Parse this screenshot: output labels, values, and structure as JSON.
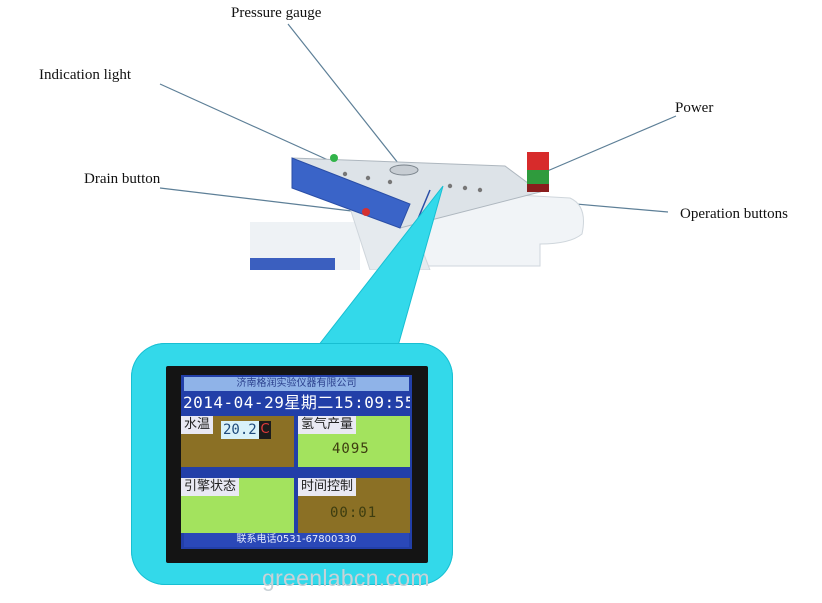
{
  "callouts": {
    "pressure_gauge": "Pressure gauge",
    "indication_light": "Indication light",
    "power": "Power",
    "drain_button": "Drain button",
    "operation_buttons": "Operation buttons"
  },
  "screen": {
    "title": "济南格润实验仪器有限公司",
    "datetime": "2014-04-29星期二15:09:55",
    "panels": {
      "water_temp": {
        "label": "水温",
        "value": "20.2",
        "unit": "C"
      },
      "hydrogen_output": {
        "label": "氢气产量",
        "value": "4095"
      },
      "engine_status": {
        "label": "引擎状态"
      },
      "time_control": {
        "label": "时间控制",
        "value": "00:01"
      }
    },
    "footer": "联系电话0531-67800330"
  },
  "watermark": "greenlabcn.com",
  "colors": {
    "bubble": "#33d9ea",
    "lcd_background": "#223fa8",
    "panel_green": "#a3e35e",
    "panel_brown": "#8b7025",
    "device_blue": "#3a64c8"
  }
}
